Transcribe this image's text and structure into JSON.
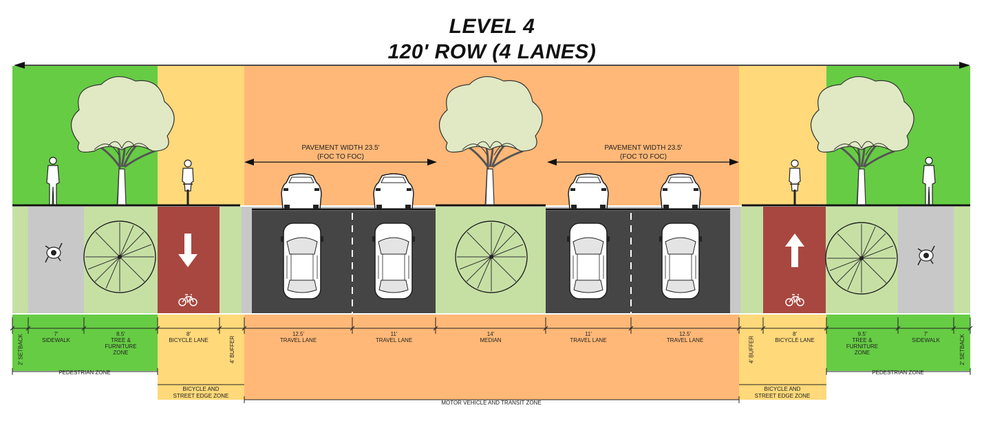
{
  "title": {
    "line1": "LEVEL 4",
    "line2": "120' ROW (4 LANES)"
  },
  "pavement_labels": [
    {
      "line1": "PAVEMENT WIDTH 23.5'",
      "line2": "(FOC TO FOC)"
    },
    {
      "line1": "PAVEMENT WIDTH 23.5'",
      "line2": "(FOC TO FOC)"
    }
  ],
  "segments": [
    {
      "dim": "2'",
      "name": "SETBACK"
    },
    {
      "dim": "7'",
      "name": "SIDEWALK"
    },
    {
      "dim": "8.5'",
      "name": "TREE & FURNITURE ZONE",
      "lines": [
        "8.5'",
        "TREE &",
        "FURNITURE",
        "ZONE"
      ]
    },
    {
      "dim": "8'",
      "name": "BICYCLE LANE"
    },
    {
      "dim": "4'",
      "name": "BUFFER"
    },
    {
      "dim": "12.5'",
      "name": "TRAVEL LANE"
    },
    {
      "dim": "11'",
      "name": "TRAVEL LANE"
    },
    {
      "dim": "14'",
      "name": "MEDIAN"
    },
    {
      "dim": "11'",
      "name": "TRAVEL LANE"
    },
    {
      "dim": "12.5'",
      "name": "TRAVEL LANE"
    },
    {
      "dim": "4'",
      "name": "BUFFER"
    },
    {
      "dim": "8'",
      "name": "BICYCLE LANE"
    },
    {
      "dim": "9.5'",
      "name": "TREE & FURNITURE ZONE",
      "lines": [
        "9.5'",
        "TREE &",
        "FURNITURE",
        "ZONE"
      ]
    },
    {
      "dim": "7'",
      "name": "SIDEWALK"
    },
    {
      "dim": "2'",
      "name": "SETBACK"
    }
  ],
  "zones": {
    "pedestrian_left": "PEDESTRIAN ZONE",
    "pedestrian_right": "PEDESTRIAN ZONE",
    "bicycle_left": [
      "BICYCLE AND",
      "STREET EDGE ZONE"
    ],
    "bicycle_right": [
      "BICYCLE AND",
      "STREET EDGE ZONE"
    ],
    "motor": "MOTOR VEHICLE AND TRANSIT ZONE"
  },
  "colors": {
    "pedestrian": "#66cc44",
    "bicycle": "#ffd97a",
    "motor": "#ffb877",
    "planting": "#c6e0a4",
    "sidewalk": "#c8c8c8",
    "asphalt": "#454545",
    "bike_lane": "#a8473f",
    "tree_canopy": "#e0e9c4"
  },
  "icons": {
    "pedestrian": "pedestrian-icon",
    "cyclist": "cyclist-icon",
    "tree": "tree-icon",
    "car": "car-icon",
    "bicycle": "bicycle-symbol-icon",
    "arrow": "lane-arrow-icon"
  }
}
